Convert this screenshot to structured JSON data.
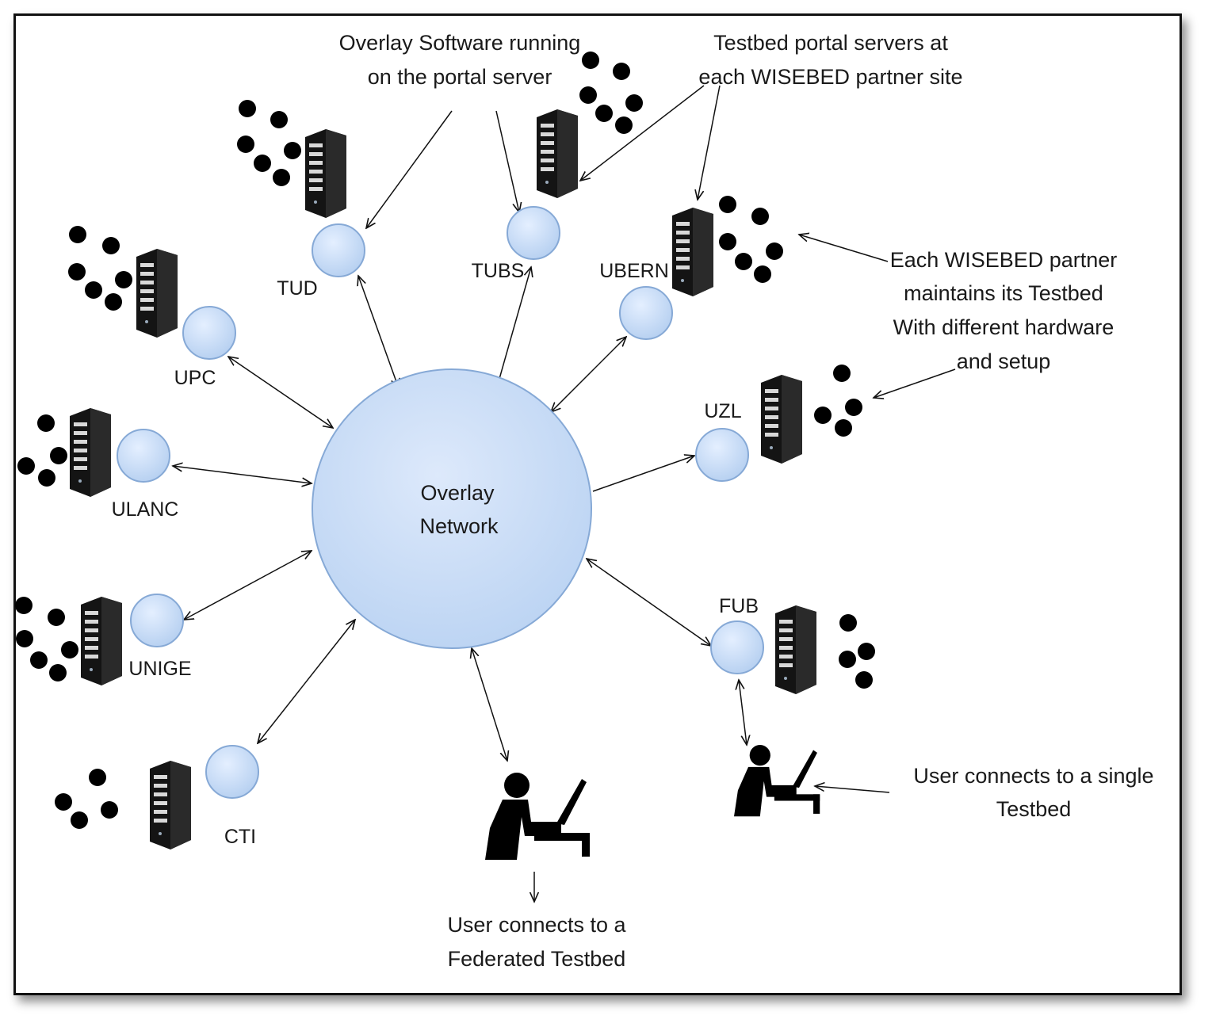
{
  "center": {
    "line1": "Overlay",
    "line2": "Network"
  },
  "nodes": [
    "TUD",
    "TUBS",
    "UBERN",
    "UPC",
    "UZL",
    "ULANC",
    "UNIGE",
    "FUB",
    "CTI"
  ],
  "annotations": {
    "overlay_software": {
      "line1": "Overlay Software running",
      "line2": "on the portal server"
    },
    "portal_servers": {
      "line1": "Testbed portal servers at",
      "line2": "each WISEBED partner site"
    },
    "partner_testbed": {
      "line1": "Each WISEBED partner",
      "line2": "maintains its Testbed",
      "line3": "With different hardware",
      "line4": "and setup"
    },
    "single_testbed": {
      "line1": "User connects to a single",
      "line2": "Testbed"
    },
    "federated_testbed": {
      "line1": "User connects to a",
      "line2": "Federated Testbed"
    }
  },
  "colors": {
    "node_fill": "#c7dcf5",
    "node_stroke": "#7fa6d6",
    "center_fill": "#c4daf5",
    "ink": "#111111"
  },
  "icons": [
    "server-tower-icon",
    "sensor-dots-icon",
    "user-at-computer-icon"
  ]
}
